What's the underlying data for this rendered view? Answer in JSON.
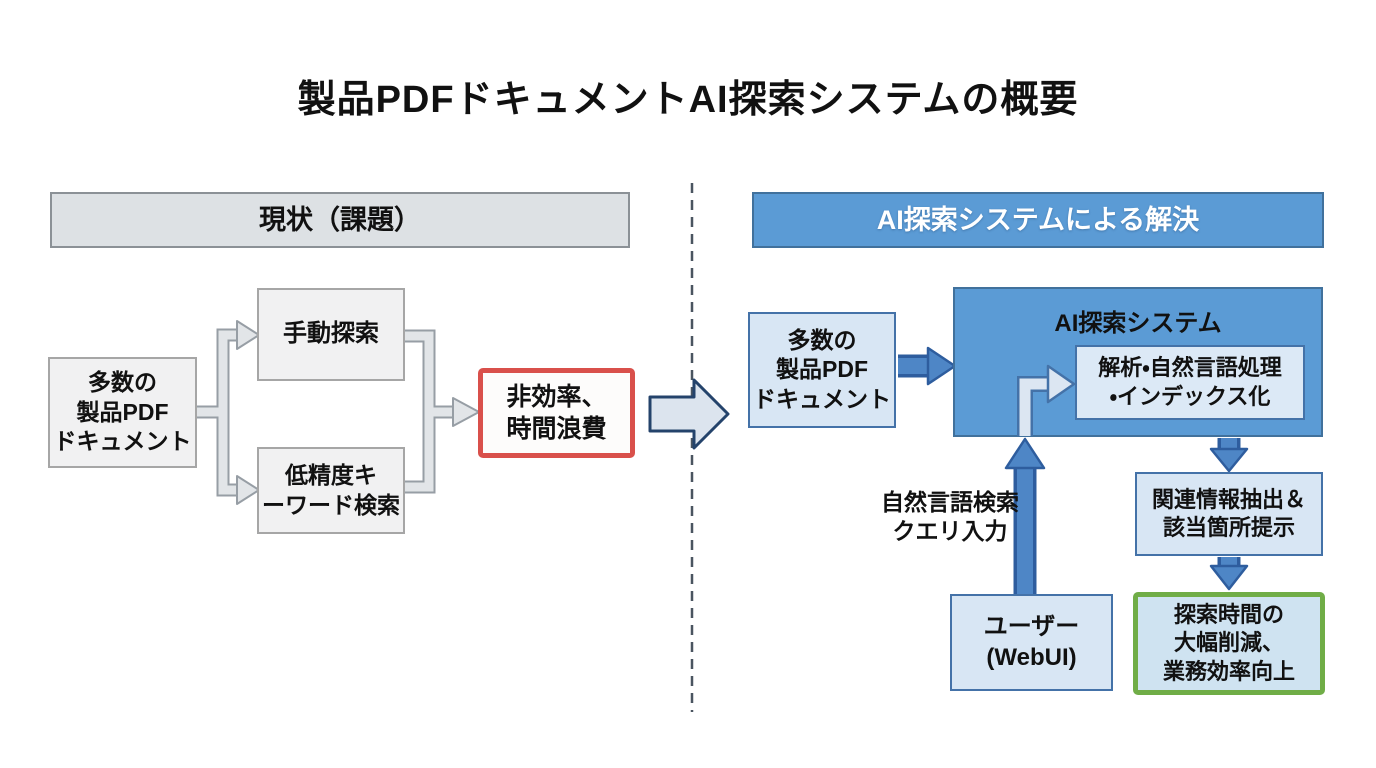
{
  "title": "製品PDFドキュメントAI探索システムの概要",
  "left": {
    "header": "現状（課題）",
    "source": "多数の\n製品PDF\nドキュメント",
    "manual": "手動探索",
    "keyword": "低精度キ\nーワード検索",
    "inefficiency": "非効率、\n時間浪費"
  },
  "right": {
    "header": "AI探索システムによる解決",
    "source": "多数の\n製品PDF\nドキュメント",
    "system": "AI探索システム",
    "process": "解析・自然言語処理\n・インデックス化",
    "query_label": "自然言語検索\nクエリ入力",
    "user": "ユーザー\n(WebUI)",
    "extract": "関連情報抽出＆\n該当箇所提示",
    "outcome": "探索時間の\n大幅削減、\n業務効率向上"
  },
  "colors": {
    "accent-blue": "#5b9bd5",
    "accent-blue-dark": "#41719c",
    "box-blue-fill": "#d8e6f4",
    "box-blue-border": "#4472a8",
    "inner-box-fill": "#dce9f6",
    "arrow-blue": "#4e86c6",
    "arrow-blue-dark": "#2e5d9e",
    "elbow-fill": "#dce6f2",
    "gray-fill": "#f1f1f2",
    "gray-border": "#a6a6a6",
    "header-gray-fill": "#dde1e4",
    "header-gray-border": "#8b9196",
    "gray-conn-fill": "#e2e5e8",
    "gray-conn-border": "#979ea5",
    "red": "#d9504b",
    "green": "#70ad47",
    "green-box-fill": "#cfe3f1",
    "center-arrow-fill": "#dce4ee",
    "center-arrow-border": "#24436b",
    "divider": "#4a5560",
    "text": "#111111"
  }
}
